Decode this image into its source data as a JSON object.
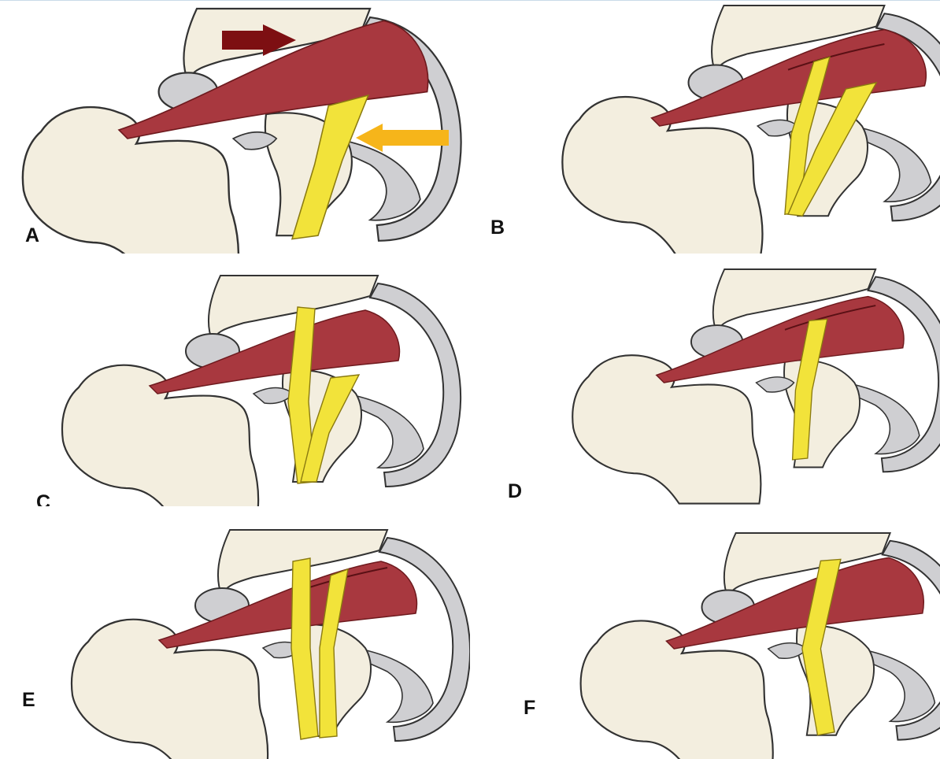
{
  "panels": [
    {
      "label": "A",
      "variant": "A"
    },
    {
      "label": "B",
      "variant": "B"
    },
    {
      "label": "C",
      "variant": "C"
    },
    {
      "label": "D",
      "variant": "D"
    },
    {
      "label": "E",
      "variant": "E"
    },
    {
      "label": "F",
      "variant": "F"
    }
  ],
  "colors": {
    "bone": "#f3eedf",
    "outline": "#333333",
    "capsule": "#cfcfd2",
    "muscle": "#a8383f",
    "nerve": "#f2e33a",
    "arrow_muscle": "#7d0f12",
    "arrow_nerve": "#f6b51a"
  },
  "arrows": [
    {
      "panel": "A",
      "points_to": "muscle",
      "color_key": "arrow_muscle"
    },
    {
      "panel": "A",
      "points_to": "nerve",
      "color_key": "arrow_nerve"
    }
  ]
}
